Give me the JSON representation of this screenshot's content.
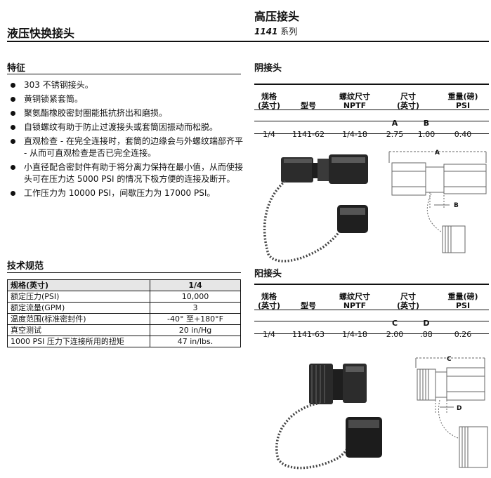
{
  "header": {
    "left_title": "液压快换接头",
    "right_title": "高压接头",
    "series_number": "1141",
    "series_suffix": " 系列"
  },
  "features": {
    "heading": "特征",
    "items": [
      "303 不锈钢接头。",
      "黄铜锁紧套筒。",
      "聚氨酯橡胶密封圈能抵抗挤出和磨损。",
      "自锁螺纹有助于防止过渡接头或套筒因振动而松脱。",
      "直观检查 - 在完全连接时，套筒的边缘会与外螺纹端部齐平 - 从而可直观检查是否已完全连接。",
      "小直径配合密封件有助于将分离力保持在最小值，从而使接头可在压力达 5000 PSI 的情况下极方便的连接及断开。",
      "工作压力为 10000 PSI，间歇压力为 17000 PSI。"
    ]
  },
  "specs": {
    "heading": "技术规范",
    "rows": [
      {
        "label": "规格(英寸)",
        "value": "1/4"
      },
      {
        "label": "额定压力(PSI)",
        "value": "10,000"
      },
      {
        "label": "额定流量(GPM)",
        "value": "3"
      },
      {
        "label": "温度范围(标准密封件)",
        "value": "-40° 至+180°F"
      },
      {
        "label": "真空测试",
        "value": "20 in/Hg"
      },
      {
        "label": "1000 PSI 压力下连接所用的扭矩",
        "value": "47 in/lbs."
      }
    ]
  },
  "female": {
    "heading": "阴接头",
    "headers": [
      "规格\n(英寸)",
      "型号",
      "螺纹尺寸\nNPTF",
      "尺寸\n(英寸)",
      "重量(磅)\nPSI"
    ],
    "dim_letters": [
      "A",
      "B"
    ],
    "row": [
      "1/4",
      "1141-62",
      "1/4-18",
      "2.75",
      "1.00",
      "0.40"
    ],
    "diagram_labels": [
      "A",
      "B"
    ]
  },
  "male": {
    "heading": "阳接头",
    "headers": [
      "规格\n(英寸)",
      "型号",
      "螺纹尺寸\nNPTF",
      "尺寸\n(英寸)",
      "重量(磅)\nPSI"
    ],
    "dim_letters": [
      "C",
      "D"
    ],
    "row": [
      "1/4",
      "1141-63",
      "1/4-18",
      "2.00",
      ".88",
      "0.26"
    ],
    "diagram_labels": [
      "C",
      "D"
    ]
  }
}
